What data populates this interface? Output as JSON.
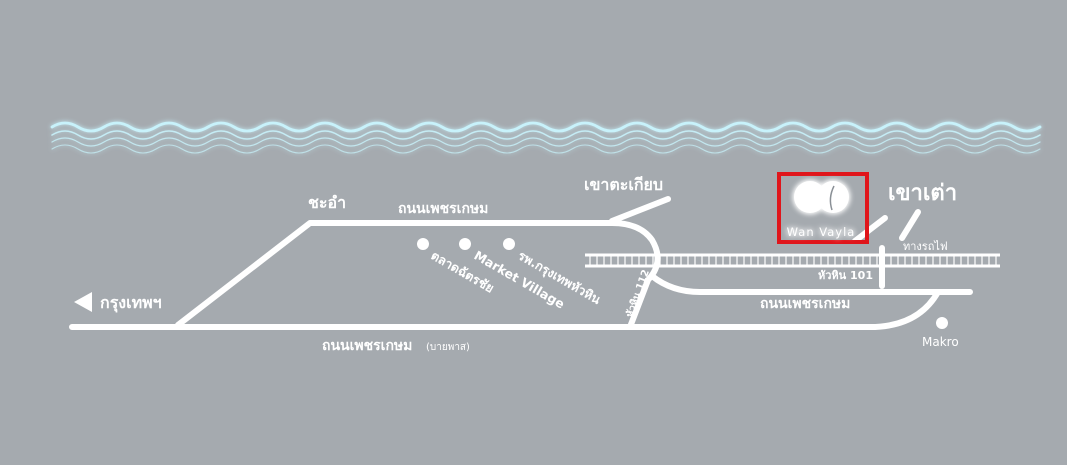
{
  "colors": {
    "background": "#a5aaaf",
    "road": "#ffffff",
    "sea_wave": "#c8f2fb",
    "highlight_box": "#e0151b",
    "logo_glow": "#7fe6ff"
  },
  "icons": {
    "direction": "left-triangle-icon",
    "poi": "circle-dot-icon",
    "logo": "wan-vayla-circles-icon"
  },
  "places": {
    "bangkok": "กรุงเทพฯ",
    "cha_am": "ชะอำ",
    "khao_takiab": "เขาตะเกียบ",
    "khao_tao": "เขาเต่า",
    "makro": "Makro"
  },
  "roads": {
    "phetkasem_top": "ถนนเพชรเกษม",
    "phetkasem_right": "ถนนเพชรเกษม",
    "phetkasem_bypass": "ถนนเพชรเกษม",
    "phetkasem_bypass_note": "(บายพาส)",
    "huahin_112": "หัวหิน 112",
    "huahin_101": "หัวหิน 101",
    "railway": "ทางรถไฟ"
  },
  "poi": [
    {
      "label": "ตลาดฉัตรชัย"
    },
    {
      "label": "Market Village"
    },
    {
      "label": "รพ.กรุงเทพหัวหิน"
    }
  ],
  "logo": {
    "name": "Wan Vayla"
  }
}
